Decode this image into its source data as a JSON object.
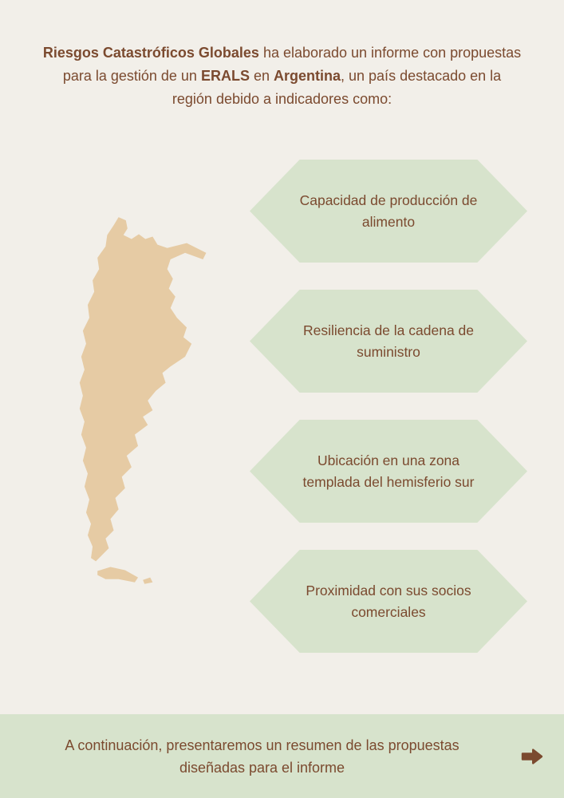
{
  "intro": {
    "segments": [
      {
        "text": "Riesgos Catastróficos Globales",
        "bold": true
      },
      {
        "text": " ha elaborado un informe con propuestas para la gestión de un ",
        "bold": false
      },
      {
        "text": "ERALS",
        "bold": true
      },
      {
        "text": " en ",
        "bold": false
      },
      {
        "text": "Argentina",
        "bold": true
      },
      {
        "text": ", un país destacado en la región debido a indicadores como:",
        "bold": false
      }
    ]
  },
  "map": {
    "label": "argentina-map",
    "fill": "#e6cba4"
  },
  "indicators": [
    "Capacidad de producción de alimento",
    "Resiliencia de la cadena de suministro",
    "Ubicación en una zona templada del hemisferio sur",
    "Proximidad con sus socios comerciales"
  ],
  "footer": {
    "text": "A continuación, presentaremos un resumen de las propuestas diseñadas para el informe",
    "arrow_icon": "right-arrow-icon"
  },
  "colors": {
    "background": "#f2efe9",
    "hexagon_fill": "#d7e3cc",
    "footer_background": "#d7e3cc",
    "text_brown": "#7b4a2f",
    "map_fill": "#e6cba4"
  }
}
